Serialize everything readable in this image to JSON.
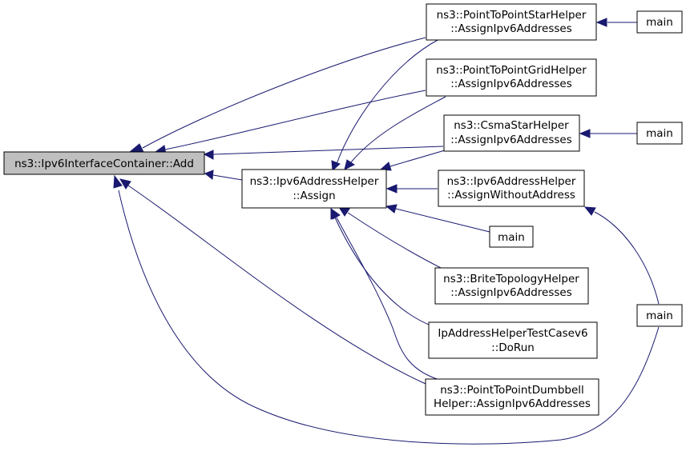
{
  "nodes": {
    "add": {
      "lines": [
        "ns3::Ipv6InterfaceContainer::Add"
      ]
    },
    "assign": {
      "lines": [
        "ns3::Ipv6AddressHelper",
        "::Assign"
      ]
    },
    "p2p_star": {
      "lines": [
        "ns3::PointToPointStarHelper",
        "::AssignIpv6Addresses"
      ]
    },
    "p2p_grid": {
      "lines": [
        "ns3::PointToPointGridHelper",
        "::AssignIpv6Addresses"
      ]
    },
    "csma_star": {
      "lines": [
        "ns3::CsmaStarHelper",
        "::AssignIpv6Addresses"
      ]
    },
    "assign_without": {
      "lines": [
        "ns3::Ipv6AddressHelper",
        "::AssignWithoutAddress"
      ]
    },
    "main_mid": {
      "lines": [
        "main"
      ]
    },
    "brite": {
      "lines": [
        "ns3::BriteTopologyHelper",
        "::AssignIpv6Addresses"
      ]
    },
    "testcase": {
      "lines": [
        "IpAddressHelperTestCasev6",
        "::DoRun"
      ]
    },
    "dumbbell": {
      "lines": [
        "ns3::PointToPointDumbbell",
        "Helper::AssignIpv6Addresses"
      ]
    },
    "main_star": {
      "lines": [
        "main"
      ]
    },
    "main_csma": {
      "lines": [
        "main"
      ]
    },
    "main_right": {
      "lines": [
        "main"
      ]
    }
  },
  "edges": [
    {
      "from": "assign",
      "to": "add"
    },
    {
      "from": "p2p_star",
      "to": "add"
    },
    {
      "from": "p2p_grid",
      "to": "add"
    },
    {
      "from": "csma_star",
      "to": "add"
    },
    {
      "from": "dumbbell",
      "to": "add"
    },
    {
      "from": "main_right",
      "to": "add"
    },
    {
      "from": "p2p_star",
      "to": "assign"
    },
    {
      "from": "p2p_grid",
      "to": "assign"
    },
    {
      "from": "csma_star",
      "to": "assign"
    },
    {
      "from": "assign_without",
      "to": "assign"
    },
    {
      "from": "main_mid",
      "to": "assign"
    },
    {
      "from": "brite",
      "to": "assign"
    },
    {
      "from": "testcase",
      "to": "assign"
    },
    {
      "from": "dumbbell",
      "to": "assign"
    },
    {
      "from": "main_star",
      "to": "p2p_star"
    },
    {
      "from": "main_csma",
      "to": "csma_star"
    },
    {
      "from": "main_right",
      "to": "assign_without"
    }
  ]
}
